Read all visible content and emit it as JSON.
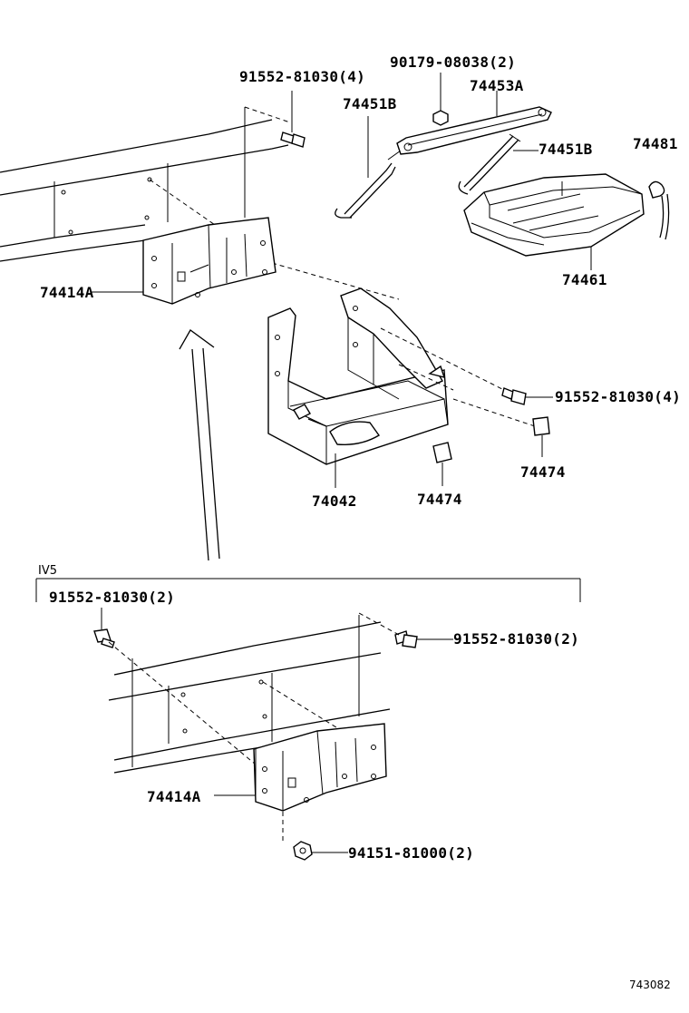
{
  "labels": {
    "bolt_top": "91552-81030(4)",
    "nut_top": "90179-08038(2)",
    "clamp": "74453A",
    "rod_left": "74451B",
    "rod_right": "74451B",
    "cover_tab": "74481",
    "tray": "74461",
    "bracket_top": "74414A",
    "bolt_right": "91552-81030(4)",
    "pad_right": "74474",
    "carrier": "74042",
    "pad_center": "74474",
    "bolt_iv5_left": "91552-81030(2)",
    "bolt_iv5_right": "91552-81030(2)",
    "bracket_iv5": "74414A",
    "nut_iv5": "94151-81000(2)"
  },
  "section": {
    "variant": "IV5"
  },
  "reference": "743082"
}
